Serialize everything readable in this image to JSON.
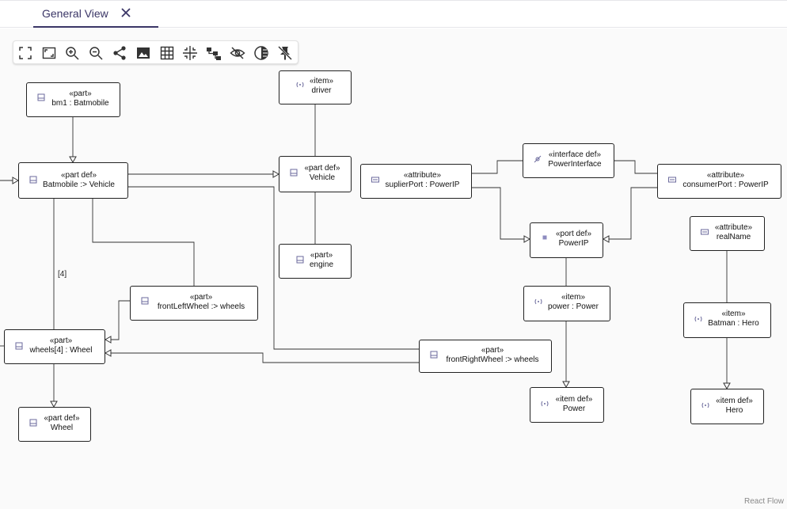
{
  "tab": {
    "label": "General View"
  },
  "toolbar": {
    "buttons": [
      "fit-view-icon",
      "fullscreen-icon",
      "zoom-in-icon",
      "zoom-out-icon",
      "share-icon",
      "image-export-icon",
      "grid-icon",
      "collapse-icon",
      "layout-icon",
      "hide-icon",
      "contrast-icon",
      "unpin-icon"
    ]
  },
  "nodes": {
    "bm1": {
      "stereotype": "«part»",
      "name": "bm1 : Batmobile"
    },
    "batmobile": {
      "stereotype": "«part def»",
      "name": "Batmobile :> Vehicle"
    },
    "driver": {
      "stereotype": "«item»",
      "name": "driver"
    },
    "vehicle": {
      "stereotype": "«part def»",
      "name": "Vehicle"
    },
    "engine": {
      "stereotype": "«part»",
      "name": "engine"
    },
    "frontleft": {
      "stereotype": "«part»",
      "name": "frontLeftWheel :> wheels"
    },
    "wheels": {
      "stereotype": "«part»",
      "name": "wheels[4] : Wheel"
    },
    "wheel": {
      "stereotype": "«part def»",
      "name": "Wheel"
    },
    "frontright": {
      "stereotype": "«part»",
      "name": "frontRightWheel :> wheels"
    },
    "suplier": {
      "stereotype": "«attribute»",
      "name": "suplierPort : PowerIP"
    },
    "iface": {
      "stereotype": "«interface def»",
      "name": "PowerInterface"
    },
    "consumer": {
      "stereotype": "«attribute»",
      "name": "consumerPort : PowerIP"
    },
    "powerip": {
      "stereotype": "«port def»",
      "name": "PowerIP"
    },
    "power": {
      "stereotype": "«item»",
      "name": "power : Power"
    },
    "powerdef": {
      "stereotype": "«item def»",
      "name": "Power"
    },
    "realname": {
      "stereotype": "«attribute»",
      "name": "realName"
    },
    "batman": {
      "stereotype": "«item»",
      "name": "Batman : Hero"
    },
    "hero": {
      "stereotype": "«item def»",
      "name": "Hero"
    }
  },
  "edge_labels": {
    "multiplicity": "[4]"
  },
  "watermark": "React Flow",
  "colors": {
    "accent": "#3a3566",
    "icon": "#6b6a9c",
    "edge": "#333333"
  }
}
